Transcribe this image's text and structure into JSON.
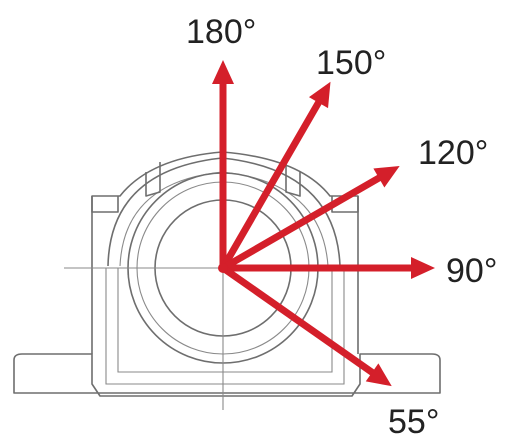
{
  "colors": {
    "arrow": "#d41f2a",
    "housing_stroke": "#6e6e6e",
    "label_text": "#222222"
  },
  "arrows": [
    {
      "label": "180°",
      "direction_deg": 180
    },
    {
      "label": "150°",
      "direction_deg": 150
    },
    {
      "label": "120°",
      "direction_deg": 120
    },
    {
      "label": "90°",
      "direction_deg": 90
    },
    {
      "label": "55°",
      "direction_deg": 55
    }
  ]
}
